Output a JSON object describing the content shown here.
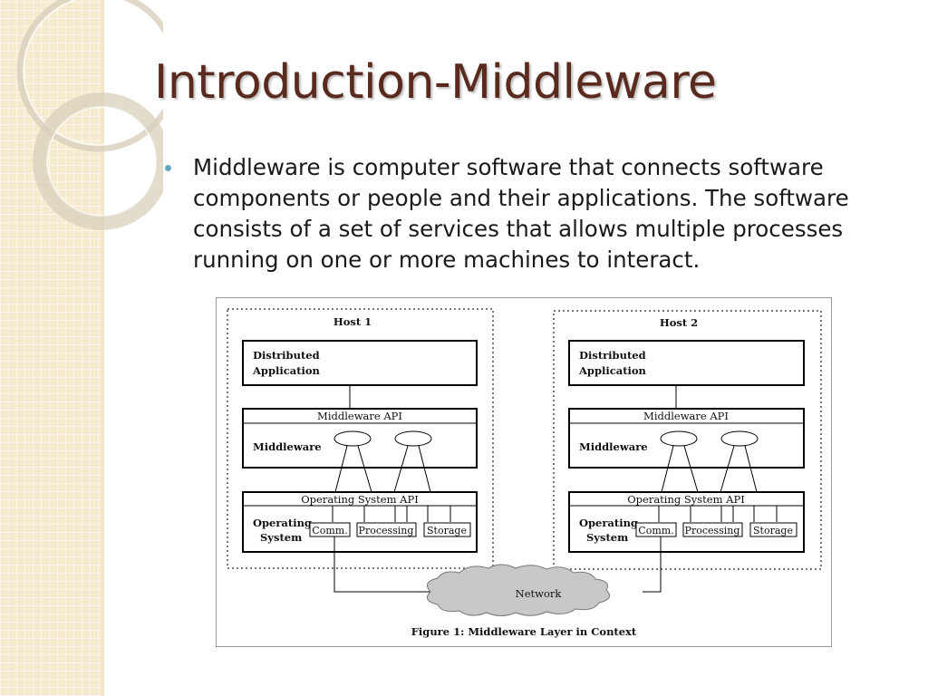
{
  "slide": {
    "title": "Introduction-Middleware",
    "bullets": [
      "Middleware is computer software that connects software components or people and their applications. The software consists of a set of services that allows multiple processes running on one or more machines to interact."
    ],
    "bullet_color": "#5fa7c9",
    "title_color": "#5a2a1e"
  },
  "figure": {
    "caption": "Figure 1: Middleware Layer in Context",
    "network_label": "Network",
    "hosts": [
      {
        "name": "Host 1",
        "app_lines": [
          "Distributed",
          "Application"
        ],
        "middleware_api": "Middleware API",
        "middleware": "Middleware",
        "os_api": "Operating System API",
        "os_lines": [
          "Operating",
          "System"
        ],
        "os_services": [
          "Comm.",
          "Processing",
          "Storage"
        ]
      },
      {
        "name": "Host 2",
        "app_lines": [
          "Distributed",
          "Application"
        ],
        "middleware_api": "Middleware API",
        "middleware": "Middleware",
        "os_api": "Operating System API",
        "os_lines": [
          "Operating",
          "System"
        ],
        "os_services": [
          "Comm.",
          "Processing",
          "Storage"
        ]
      }
    ]
  }
}
